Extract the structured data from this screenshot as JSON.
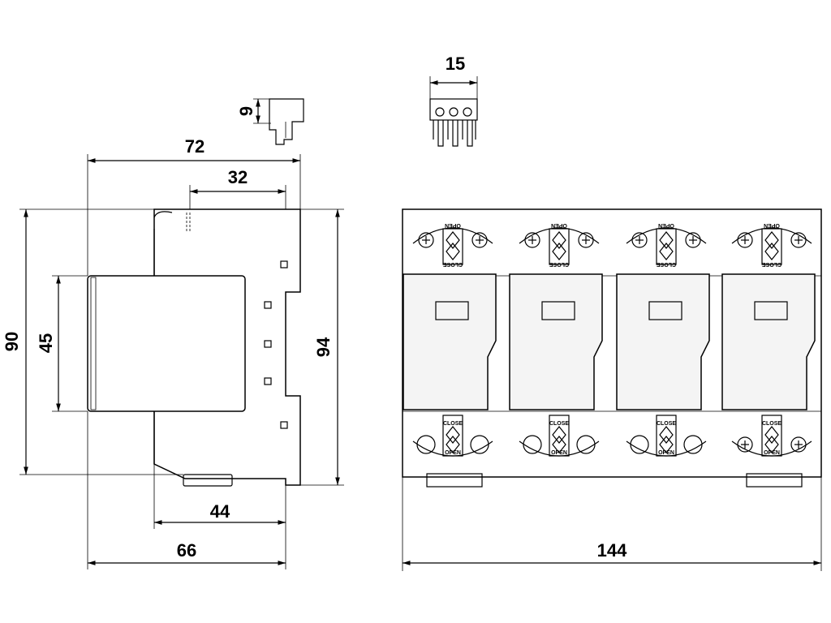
{
  "dimensions": {
    "connector_height": "9",
    "connector_width": "15",
    "overall_depth": "72",
    "upper_depth": "32",
    "height_90": "90",
    "height_45": "45",
    "height_94": "94",
    "lower_depth_44": "44",
    "base_depth_66": "66",
    "overall_width": "144"
  },
  "modules": [
    {
      "top_label_open": "OPEN",
      "top_label_close": "CLOSE",
      "bottom_label_close": "CLOSE",
      "bottom_label_open": "OPEN"
    },
    {
      "top_label_open": "OPEN",
      "top_label_close": "CLOSE",
      "bottom_label_close": "CLOSE",
      "bottom_label_open": "OPEN"
    },
    {
      "top_label_open": "OPEN",
      "top_label_close": "CLOSE",
      "bottom_label_close": "CLOSE",
      "bottom_label_open": "OPEN"
    },
    {
      "top_label_open": "OPEN",
      "top_label_close": "CLOSE",
      "bottom_label_close": "CLOSE",
      "bottom_label_open": "OPEN"
    }
  ]
}
